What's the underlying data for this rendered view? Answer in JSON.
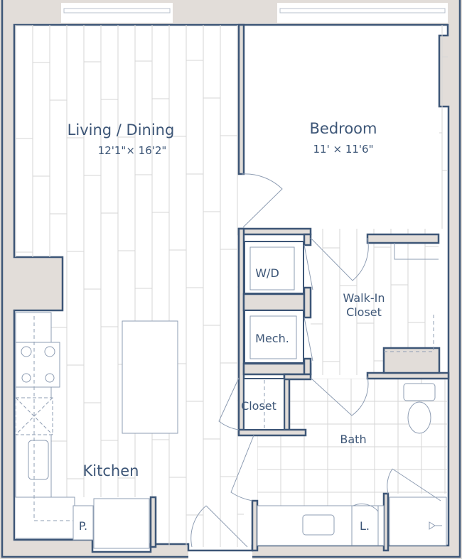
{
  "rooms": {
    "living": {
      "name": "Living / Dining",
      "dimensions": "12'1\"× 16'2\""
    },
    "bedroom": {
      "name": "Bedroom",
      "dimensions": "11' × 11'6\""
    },
    "washer_dryer": "W/D",
    "walk_in_closet": {
      "line1": "Walk-In",
      "line2": "Closet"
    },
    "mechanical": "Mech.",
    "closet": "Closet",
    "bath": "Bath",
    "kitchen": "Kitchen",
    "pantry": "P.",
    "linen": "L."
  },
  "colors": {
    "wall_fill": "#e2ddd9",
    "wall_outline": "#3d5677",
    "text": "#3d5677",
    "floor_lines": "#d6d6d6"
  }
}
